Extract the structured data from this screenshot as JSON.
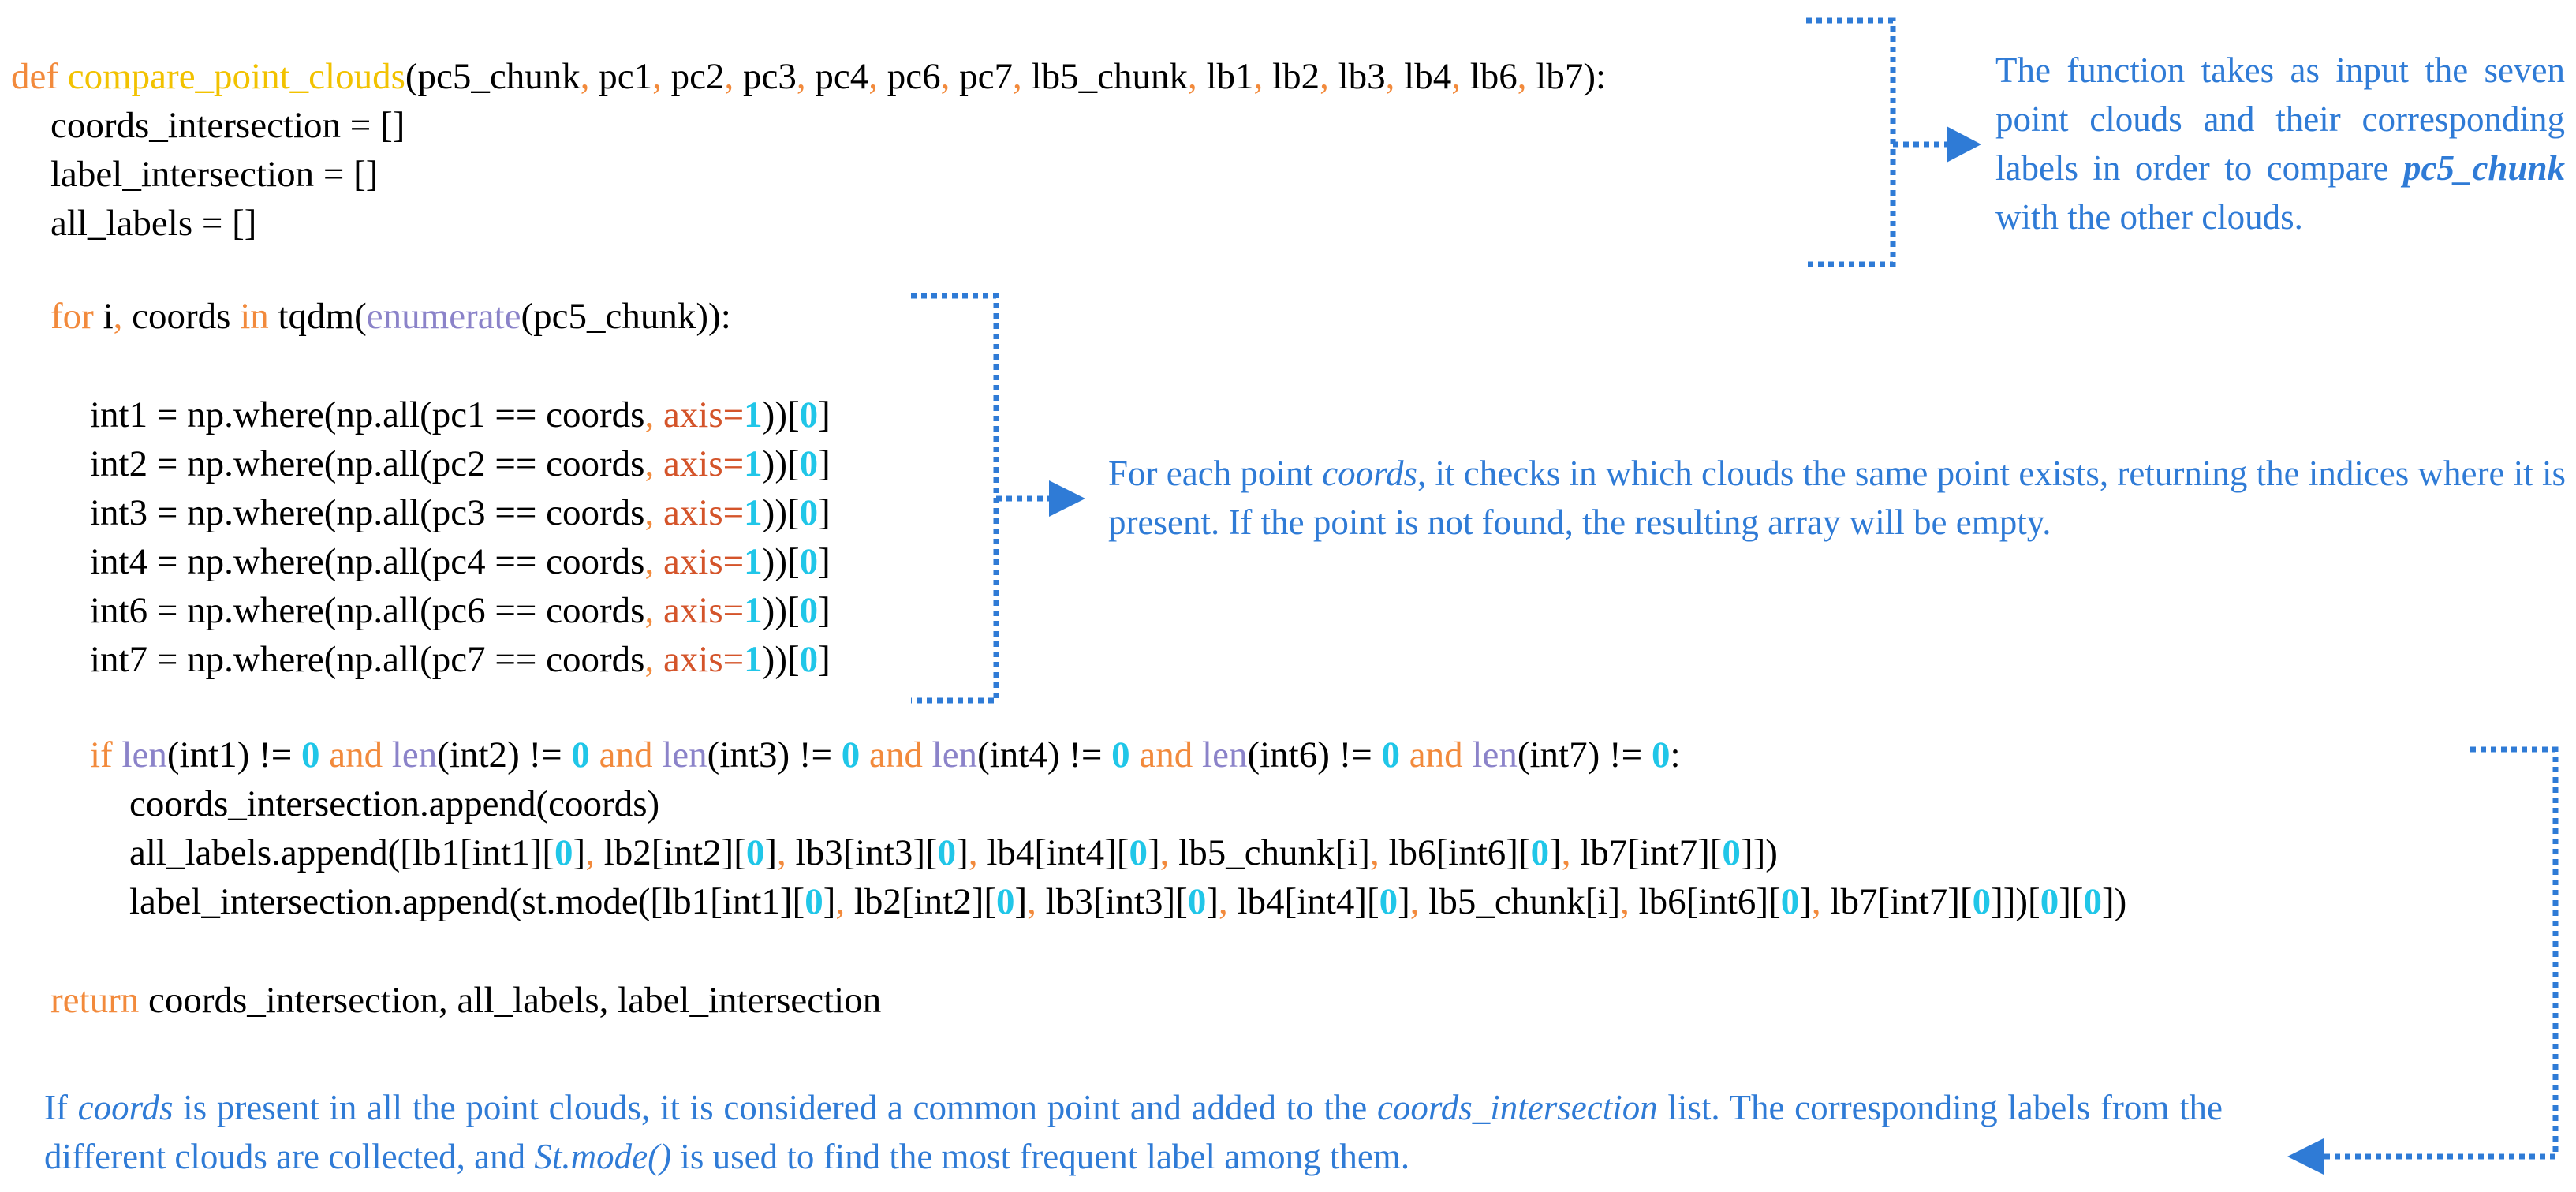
{
  "code": {
    "def_keyword": "def",
    "function_name": "compare_point_clouds",
    "params": [
      "pc5_chunk",
      "pc1",
      "pc2",
      "pc3",
      "pc4",
      "pc6",
      "pc7",
      "lb5_chunk",
      "lb1",
      "lb2",
      "lb3",
      "lb4",
      "lb6",
      "lb7"
    ],
    "init_lines": [
      "coords_intersection = []",
      "label_intersection = []",
      "all_labels = []"
    ],
    "for_keyword": "for",
    "for_var": "i",
    "for_iter": "coords",
    "in_keyword": "in",
    "tqdm": "tqdm",
    "enumerate": "enumerate",
    "for_target": "pc5_chunk",
    "where_lines": [
      {
        "var": "int1",
        "cloud": "pc1"
      },
      {
        "var": "int2",
        "cloud": "pc2"
      },
      {
        "var": "int3",
        "cloud": "pc3"
      },
      {
        "var": "int4",
        "cloud": "pc4"
      },
      {
        "var": "int6",
        "cloud": "pc6"
      },
      {
        "var": "int7",
        "cloud": "pc7"
      }
    ],
    "where_call_prefix": " = np.where(np.all(",
    "where_compare": " == coords",
    "axis_kw": "axis",
    "axis_value": "1",
    "index_zero": "0",
    "if_keyword": "if",
    "and_keyword": "and",
    "len_builtin": "len",
    "if_vars": [
      "int1",
      "int2",
      "int3",
      "int4",
      "int6",
      "int7"
    ],
    "append_coords": "coords_intersection.append(coords)",
    "all_labels_append": "all_labels.append(",
    "label_intersection_append": "label_intersection.append(st.mode(",
    "label_items": [
      {
        "lb": "lb1",
        "idx": "int1"
      },
      {
        "lb": "lb2",
        "idx": "int2"
      },
      {
        "lb": "lb3",
        "idx": "int3"
      },
      {
        "lb": "lb4",
        "idx": "int4"
      },
      {
        "lb": "lb5_chunk",
        "idx": "i",
        "direct": true
      },
      {
        "lb": "lb6",
        "idx": "int6"
      },
      {
        "lb": "lb7",
        "idx": "int7"
      }
    ],
    "return_keyword": "return",
    "return_values": "coords_intersection, all_labels, label_intersection"
  },
  "annotations": {
    "function_note": {
      "pre": "The function takes as input the seven point clouds and their corresponding labels in order to compare ",
      "emphasis": "pc5_chunk",
      "post": " with the other clouds."
    },
    "loop_note": {
      "pre": "For each point ",
      "emphasis": "coords",
      "post": ", it checks in which clouds the same point exists, returning the indices where it is present. If the point is not found, the resulting array will be empty."
    },
    "if_note": {
      "pre": "If ",
      "emphasis1": "coords",
      "mid1": " is present in all the point clouds, it is considered a common point and added to the ",
      "emphasis2": "coords_intersection",
      "mid2": " list. The corresponding labels from the different clouds are collected, and ",
      "emphasis3": "St.mode()",
      "post": " is used to find the most frequent label among them."
    }
  },
  "colors": {
    "annotation_text": "#2f7bd6",
    "connector": "#2f7bd6",
    "keyword": "#f28a3c",
    "function_name": "#f2c200",
    "builtin": "#8b83c9",
    "kwarg": "#d4542a",
    "number": "#20c6e8"
  }
}
